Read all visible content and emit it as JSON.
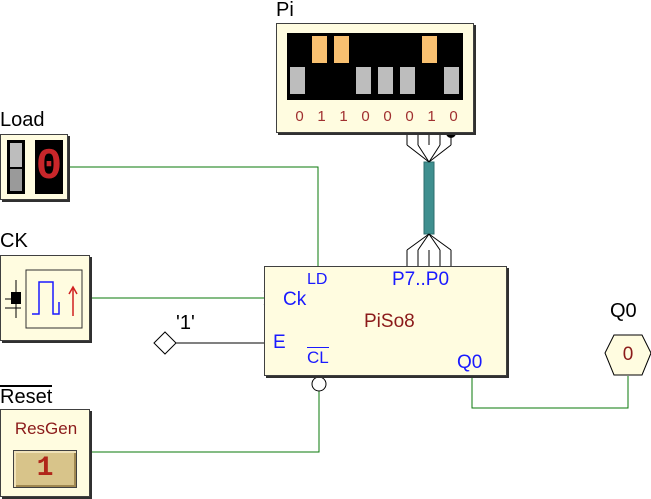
{
  "pi": {
    "label": "Pi",
    "bits": [
      "0",
      "1",
      "1",
      "0",
      "0",
      "0",
      "1",
      "0"
    ],
    "switch_on": [
      false,
      true,
      true,
      false,
      false,
      false,
      true,
      false
    ]
  },
  "load": {
    "label": "Load",
    "value": "0"
  },
  "ck": {
    "label": "CK"
  },
  "reset": {
    "label": "Reset",
    "gen_label": "ResGen",
    "button_value": "1"
  },
  "constant": {
    "label": "'1'"
  },
  "chip": {
    "name": "PiSo8",
    "pins": {
      "ld": "LD",
      "ck": "Ck",
      "e": "E",
      "cl": "CL",
      "bus": "P7..P0",
      "q0": "Q0"
    }
  },
  "q0_probe": {
    "label": "Q0",
    "value": "0"
  },
  "colors": {
    "wire": "#0a7a0a",
    "bus": "#3f8f8f"
  }
}
